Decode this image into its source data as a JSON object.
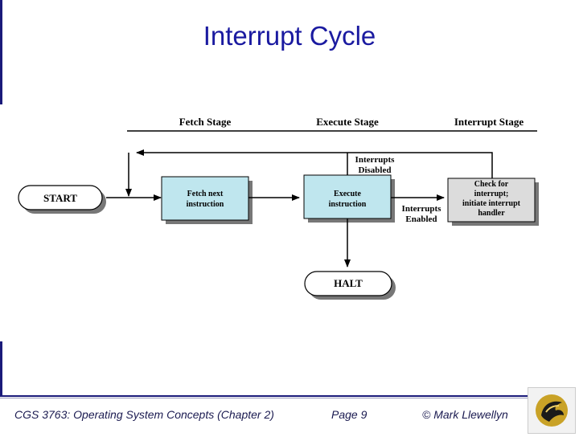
{
  "slide": {
    "title": "Interrupt Cycle"
  },
  "diagram": {
    "stages": {
      "fetch": "Fetch Stage",
      "execute": "Execute Stage",
      "interrupt": "Interrupt Stage"
    },
    "nodes": {
      "start": "START",
      "fetch_line1": "Fetch next",
      "fetch_line2": "instruction",
      "execute_line1": "Execute",
      "execute_line2": "instruction",
      "check_line1": "Check for",
      "check_line2": "interrupt;",
      "check_line3": "initiate interrupt",
      "check_line4": "handler",
      "halt": "HALT"
    },
    "labels": {
      "disabled_line1": "Interrupts",
      "disabled_line2": "Disabled",
      "enabled_line1": "Interrupts",
      "enabled_line2": "Enabled"
    },
    "colors": {
      "process_fill": "#bfe6ee",
      "check_fill": "#dcdcdc",
      "line": "#000000"
    }
  },
  "footer": {
    "course": "CGS 3763: Operating System Concepts  (Chapter 2)",
    "page": "Page 9",
    "author": "© Mark Llewellyn"
  },
  "logo": {
    "icon": "pegasus-logo-icon"
  }
}
